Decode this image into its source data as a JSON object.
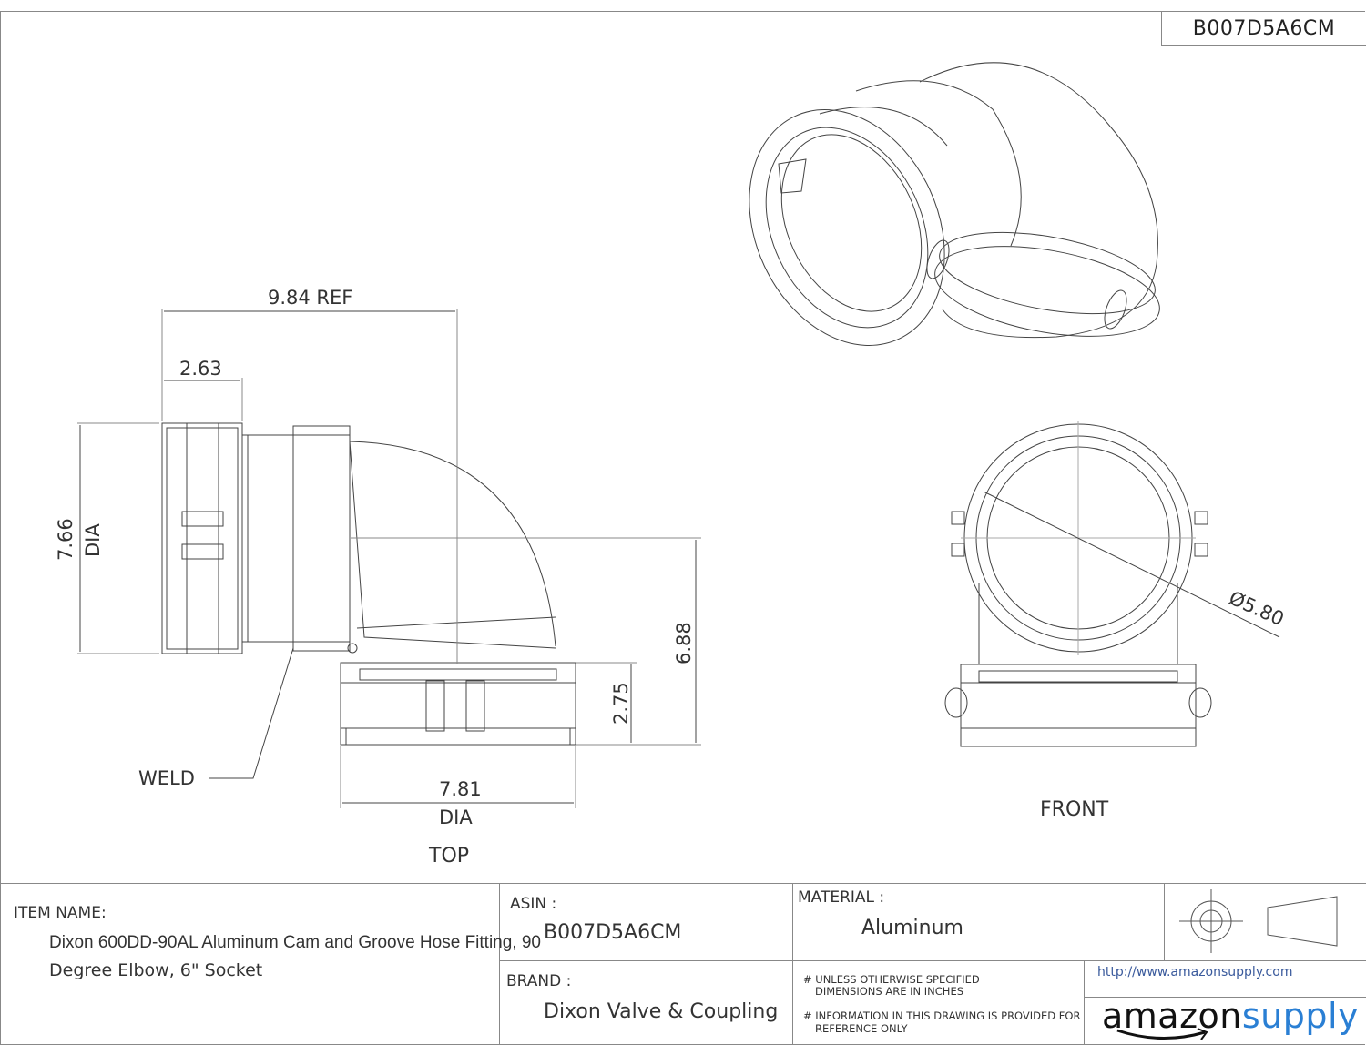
{
  "header": {
    "asin_code": "B007D5A6CM"
  },
  "views": {
    "top": {
      "label": "TOP",
      "dim_length": "9.84 REF",
      "dim_offset": "2.63",
      "dim_dia": "7.66",
      "dim_dia_suffix": "DIA",
      "dim_height": "6.88",
      "dim_socket": "2.75",
      "dim_bottom_dia": "7.81",
      "dim_bottom_dia_suffix": "DIA",
      "weld_label": "WELD"
    },
    "front": {
      "label": "FRONT",
      "dim_inner_dia": "Ø5.80"
    }
  },
  "title_block": {
    "item_name_label": "ITEM NAME:",
    "item_name_line1": "Dixon 600DD-90AL Aluminum Cam and Groove Hose Fitting, 90",
    "item_name_line2": "Degree Elbow, 6\" Socket",
    "asin_label": "ASIN :",
    "asin_value": "B007D5A6CM",
    "brand_label": "BRAND :",
    "brand_value": "Dixon Valve & Coupling",
    "material_label": "MATERIAL :",
    "material_value": "Aluminum",
    "note1_line1": "# UNLESS OTHERWISE SPECIFIED",
    "note1_line2": "DIMENSIONS ARE IN INCHES",
    "note2_line1": "# INFORMATION IN THIS DRAWING IS PROVIDED FOR",
    "note2_line2": "REFERENCE ONLY",
    "url": "http://www.amazonsupply.com",
    "logo_text_1": "amazon",
    "logo_text_2": "supply",
    "logo_color": "#2a7fd4"
  }
}
